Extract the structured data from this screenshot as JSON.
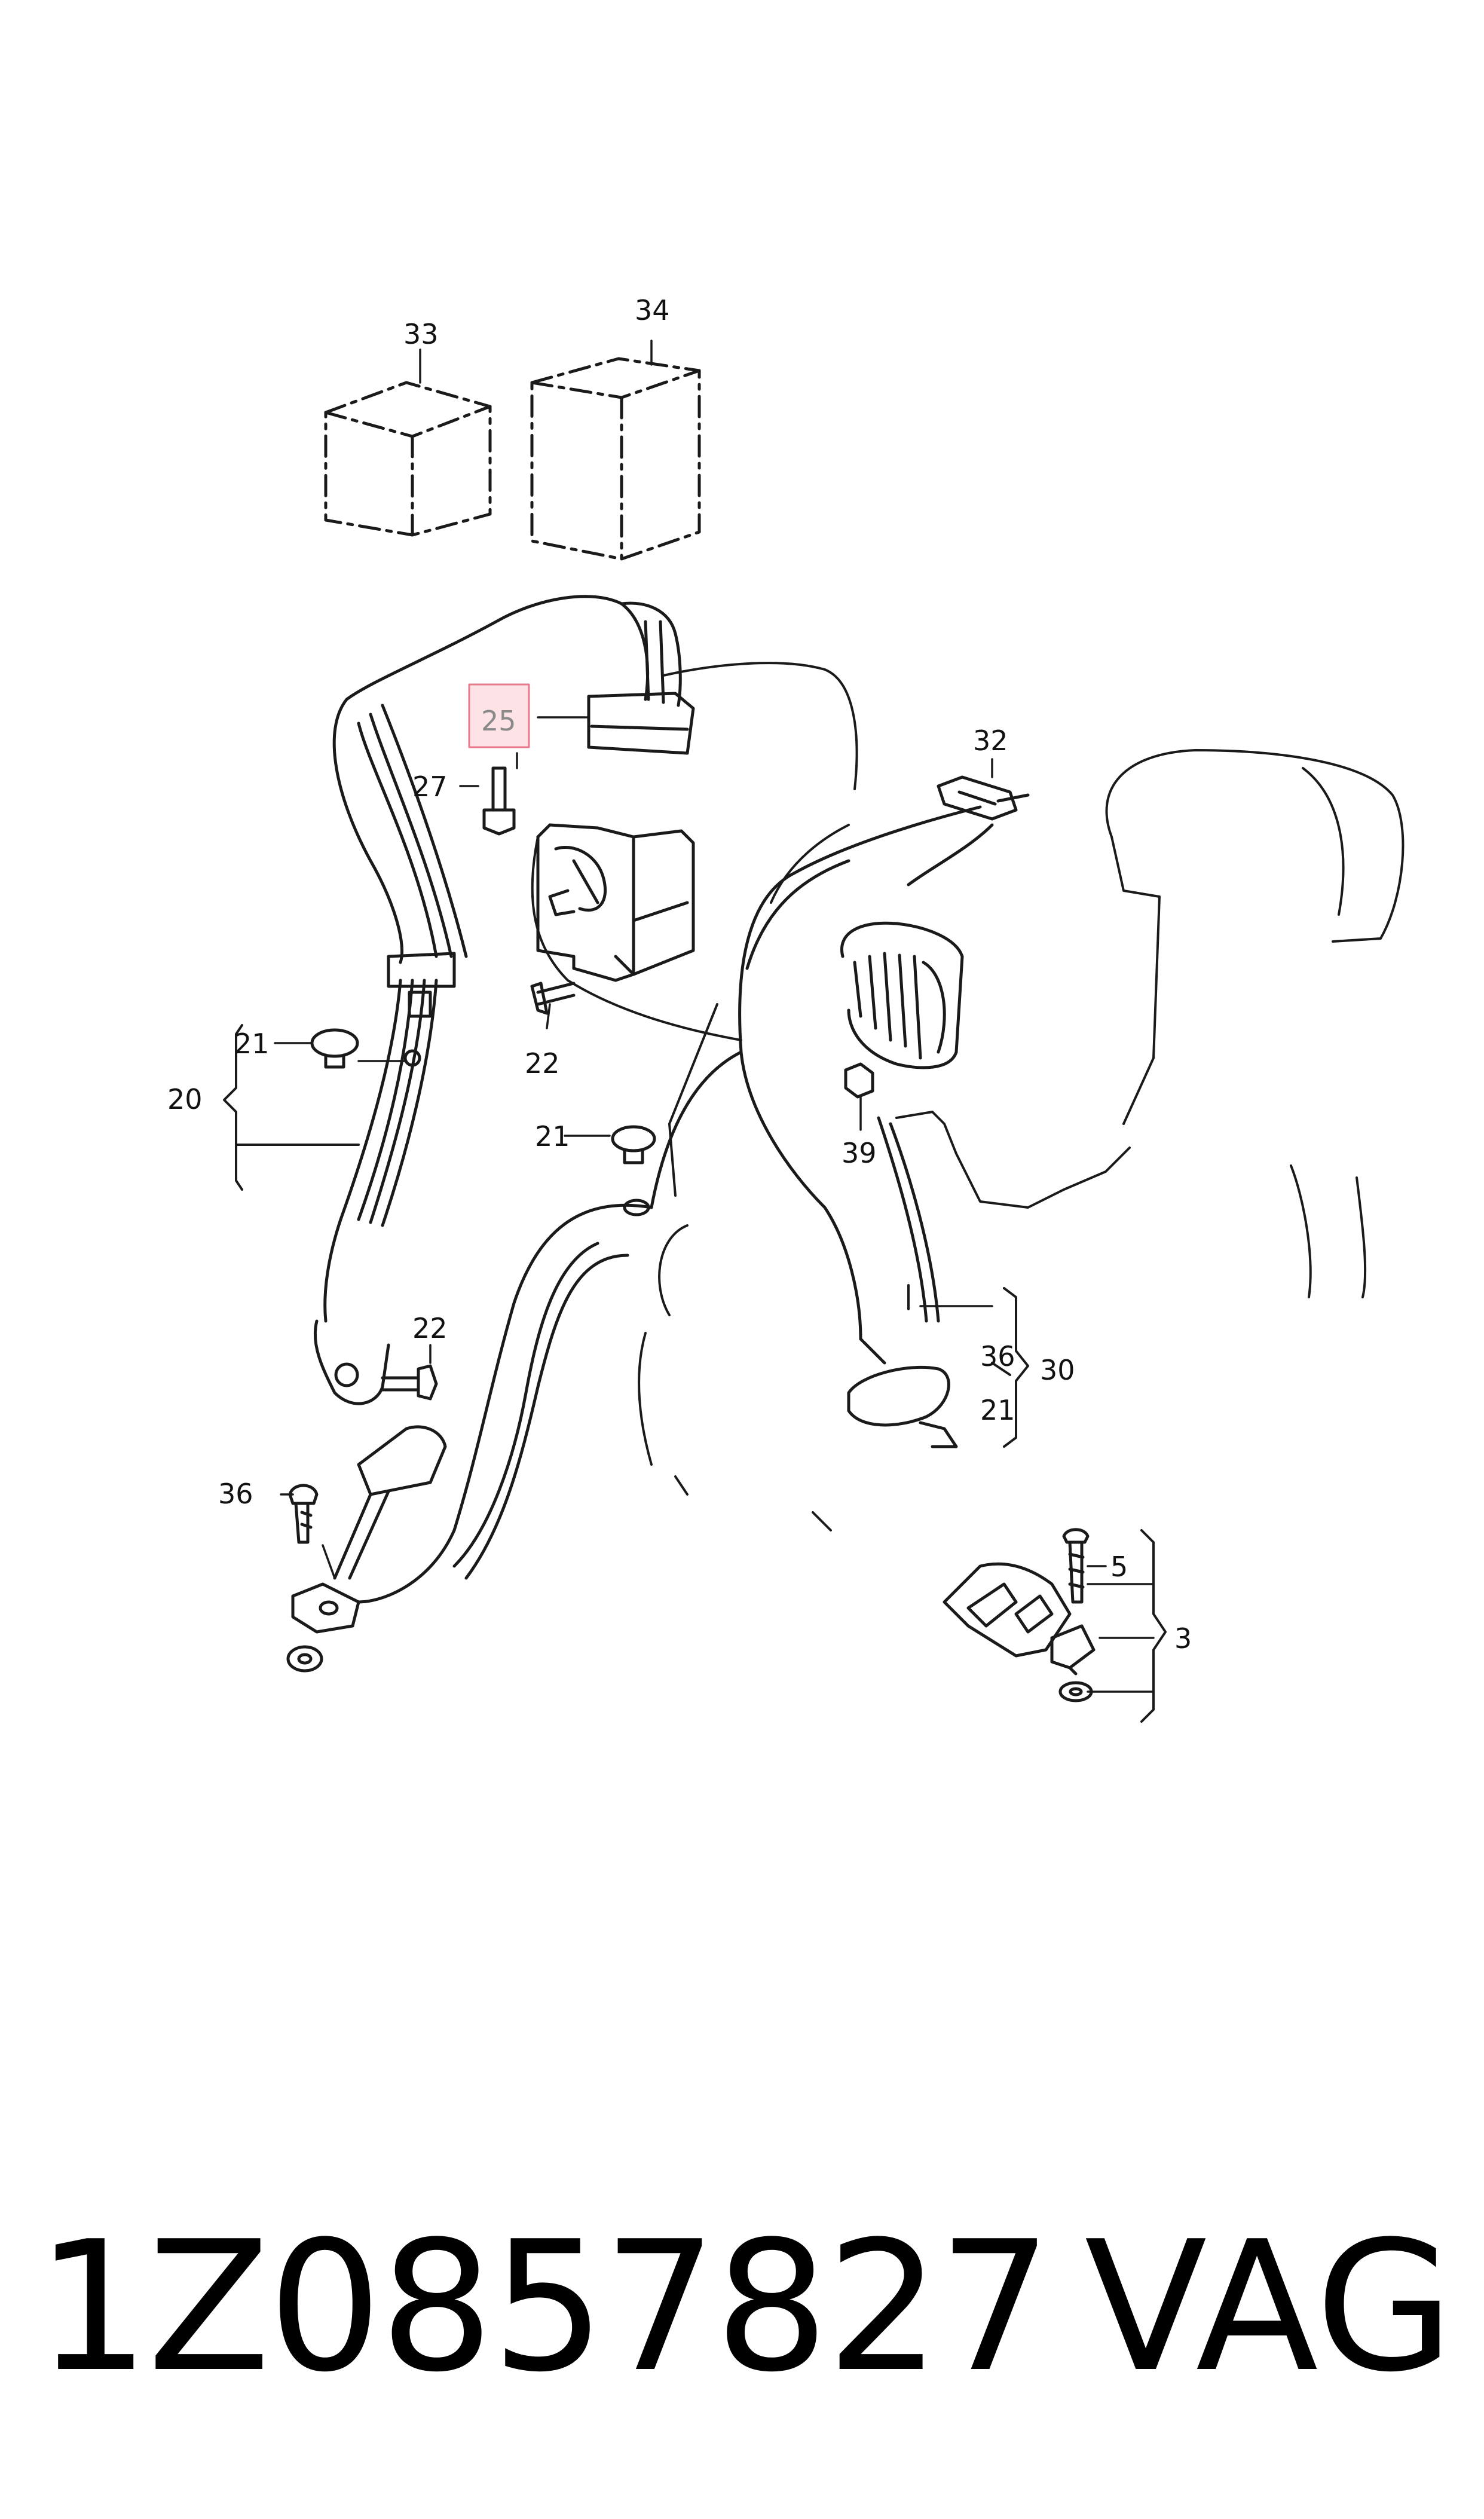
{
  "callouts": {
    "c33": "33",
    "c34": "34",
    "c25": "25",
    "c27": "27",
    "c32": "32",
    "c21a": "21",
    "c20": "20",
    "c22a": "22",
    "c21b": "21",
    "c39": "39",
    "c22b": "22",
    "c36a": "36",
    "c30": "30",
    "c21c": "21",
    "c36b": "36",
    "c5": "5",
    "c3": "3"
  },
  "footer": {
    "part_number": "1Z0857827",
    "brand": "VAG"
  },
  "colors": {
    "line": "#1a1a1a",
    "highlight_fill": "#fde2e6",
    "highlight_stroke": "#e87a8c"
  },
  "highlighted_callout": "25"
}
